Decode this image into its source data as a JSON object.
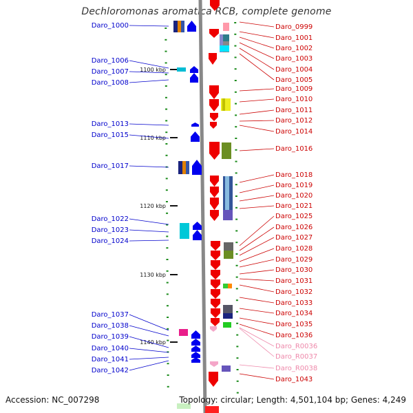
{
  "title": "Dechloromonas aromatica RCB, complete genome",
  "footer": {
    "accession": "Accession: NC_007298",
    "topology": "Topology: circular; Length: 4,501,104 bp; Genes: 4,249"
  },
  "kbp_ticks": [
    {
      "label": "1100 kbp"
    },
    {
      "label": "1110 kbp"
    },
    {
      "label": "1120 kbp"
    },
    {
      "label": "1130 kbp"
    },
    {
      "label": "1140 kbp"
    }
  ],
  "left_labels": [
    "Daro_1000",
    "Daro_1006",
    "Daro_1007",
    "Daro_1008",
    "Daro_1013",
    "Daro_1015",
    "Daro_1017",
    "Daro_1022",
    "Daro_1023",
    "Daro_1024",
    "Daro_1037",
    "Daro_1038",
    "Daro_1039",
    "Daro_1040",
    "Daro_1041",
    "Daro_1042"
  ],
  "right_labels": [
    "Daro_0999",
    "Daro_1001",
    "Daro_1002",
    "Daro_1003",
    "Daro_1004",
    "Daro_1005",
    "Daro_1009",
    "Daro_1010",
    "Daro_1011",
    "Daro_1012",
    "Daro_1014",
    "Daro_1016",
    "Daro_1018",
    "Daro_1019",
    "Daro_1020",
    "Daro_1021",
    "Daro_1025",
    "Daro_1026",
    "Daro_1027",
    "Daro_1028",
    "Daro_1029",
    "Daro_1030",
    "Daro_1031",
    "Daro_1032",
    "Daro_1033",
    "Daro_1034",
    "Daro_1035",
    "Daro_1036",
    "Daro_R0036",
    "Daro_R0037",
    "Daro_R0038",
    "Daro_1043"
  ],
  "colors": {
    "forward_gene": "#0000ee",
    "reverse_gene": "#ee0000",
    "rna_gene": "#f4a6c8",
    "backbone": "#888888",
    "tick": "#1a8a1a"
  }
}
